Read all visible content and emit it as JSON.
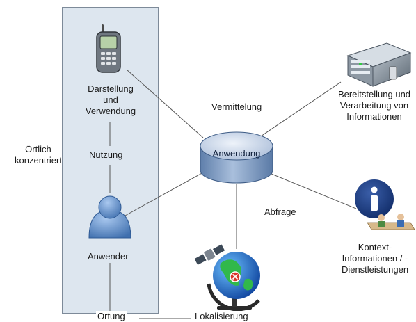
{
  "left_group": {
    "label_line1": "Örtlich",
    "label_line2": "konzentriert"
  },
  "nodes": {
    "darstellung": {
      "line1": "Darstellung",
      "line2": "und",
      "line3": "Verwendung",
      "icon": "mobile-phone-icon"
    },
    "anwender": {
      "label": "Anwender",
      "icon": "user-icon"
    },
    "anwendung": {
      "label": "Anwendung",
      "icon": "database-cylinder-icon"
    },
    "bereitstellung": {
      "line1": "Bereitstellung und",
      "line2": "Verarbeitung von",
      "line3": "Informationen",
      "icon": "server-icon"
    },
    "kontext": {
      "line1": "Kontext-",
      "line2": "Informationen / -",
      "line3": "Dienstleistungen",
      "icon": "info-icon"
    },
    "lokalisierung": {
      "label": "Lokalisierung",
      "icon": "globe-satellite-icon"
    }
  },
  "edges": {
    "nutzung": "Nutzung",
    "vermittelung": "Vermittelung",
    "abfrage": "Abfrage",
    "ortung": "Ortung"
  },
  "colors": {
    "panel_fill": "#dde6ef",
    "panel_border": "#7d8a99",
    "line": "#555555",
    "cylinder_top": "#c8d6e8",
    "cylinder_side": "#7f9cc4"
  }
}
